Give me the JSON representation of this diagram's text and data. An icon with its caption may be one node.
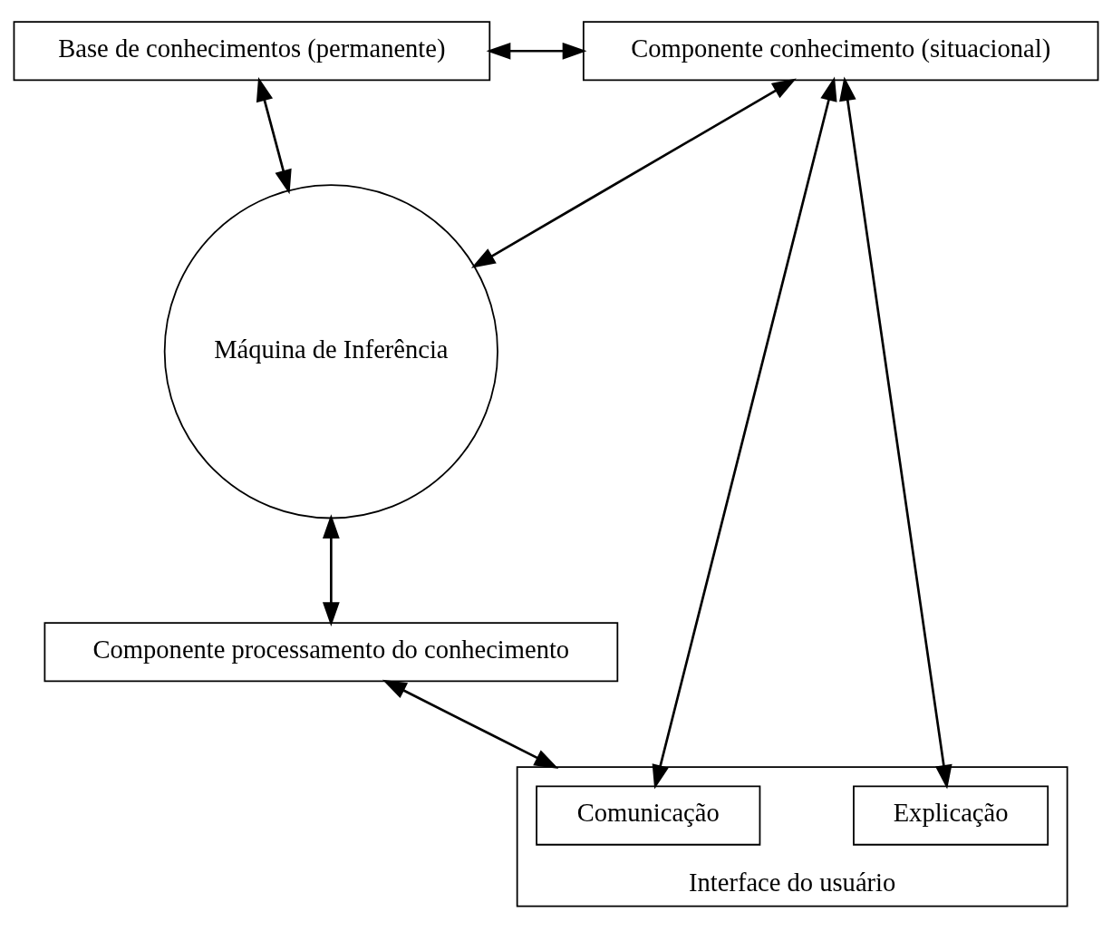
{
  "diagram": {
    "nodes": [
      {
        "text": [
          "Base de conhecimentos (permanente)"
        ]
      },
      {
        "text": [
          "Componente conhecimento (situacional)"
        ]
      },
      {
        "text": [
          "Máquina de Inferência"
        ]
      },
      {
        "text": [
          "Componente processamento do conhecimento"
        ]
      },
      {
        "text": [
          "Interface do usuário"
        ]
      },
      {
        "text": [
          "Comunicação"
        ],
        "in": 4
      },
      {
        "text": [
          "Explicação"
        ],
        "in": 4
      }
    ],
    "edges": [
      {
        "from": 0,
        "to": 1,
        "arrow": "both"
      },
      {
        "from": 0,
        "to": 2,
        "arrow": "both"
      },
      {
        "from": 1,
        "to": 2,
        "arrow": "both"
      },
      {
        "from": 1,
        "to": 5,
        "arrow": "both"
      },
      {
        "from": 1,
        "to": 6,
        "arrow": "both"
      },
      {
        "from": 2,
        "to": 3,
        "arrow": "both"
      },
      {
        "from": 3,
        "to": 4,
        "arrow": "both"
      }
    ]
  }
}
